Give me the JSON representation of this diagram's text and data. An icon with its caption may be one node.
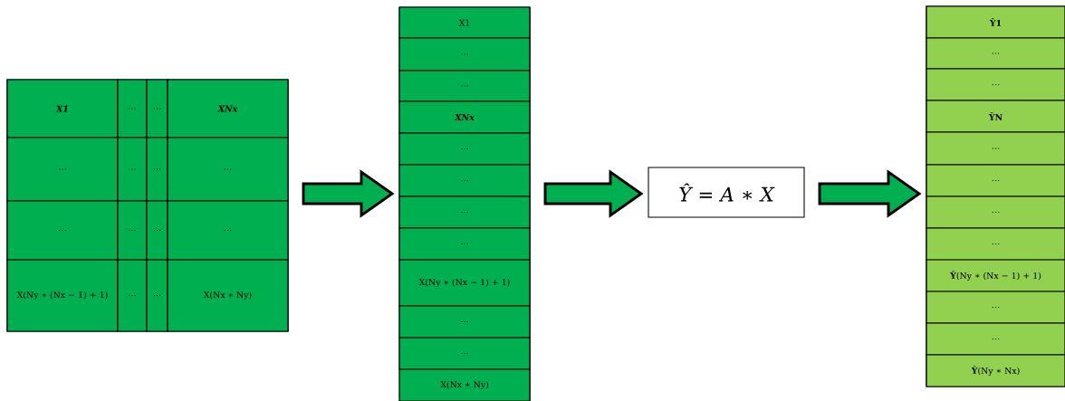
{
  "diagram": {
    "nodes": [
      {
        "text": [],
        "shape": "box"
      },
      {
        "text": [
          "X1"
        ],
        "in": 0
      },
      {
        "text": [
          "…"
        ],
        "in": 0
      },
      {
        "text": [
          "…"
        ],
        "in": 0
      },
      {
        "text": [
          "XNx"
        ],
        "in": 0
      },
      {
        "text": [
          "…"
        ],
        "in": 0
      },
      {
        "text": [
          "…"
        ],
        "in": 0
      },
      {
        "text": [
          "…"
        ],
        "in": 0
      },
      {
        "text": [
          "…"
        ],
        "in": 0
      },
      {
        "text": [
          "…"
        ],
        "in": 0
      },
      {
        "text": [
          "…"
        ],
        "in": 0
      },
      {
        "text": [
          "…"
        ],
        "in": 0
      },
      {
        "text": [
          "…"
        ],
        "in": 0
      },
      {
        "text": [
          "X(Ny ∗ (Nx − 1) + 1)"
        ],
        "in": 0
      },
      {
        "text": [
          "…"
        ],
        "in": 0
      },
      {
        "text": [
          "…"
        ],
        "in": 0
      },
      {
        "text": [
          "X(Nx ∗ Ny)"
        ],
        "in": 0
      },
      {
        "text": [],
        "shape": "box"
      },
      {
        "text": [
          "X1"
        ],
        "in": 17
      },
      {
        "text": [
          "…"
        ],
        "in": 17
      },
      {
        "text": [
          "…"
        ],
        "in": 17
      },
      {
        "text": [
          "XNx"
        ],
        "in": 17
      },
      {
        "text": [
          "…"
        ],
        "in": 17
      },
      {
        "text": [
          "…"
        ],
        "in": 17
      },
      {
        "text": [
          "…"
        ],
        "in": 17
      },
      {
        "text": [
          "…"
        ],
        "in": 17
      },
      {
        "text": [
          "X(Ny ∗ (Nx − 1) + 1)"
        ],
        "in": 17
      },
      {
        "text": [
          "…"
        ],
        "in": 17
      },
      {
        "text": [
          "…"
        ],
        "in": 17
      },
      {
        "text": [
          "X(Nx ∗ Ny)"
        ],
        "in": 17
      },
      {
        "text": [
          "Ŷ = A ∗ X"
        ]
      },
      {
        "text": [],
        "shape": "box"
      },
      {
        "text": [
          "Ŷ1"
        ],
        "in": 31
      },
      {
        "text": [
          "…"
        ],
        "in": 31
      },
      {
        "text": [
          "…"
        ],
        "in": 31
      },
      {
        "text": [
          "ŶN"
        ],
        "in": 31
      },
      {
        "text": [
          "…"
        ],
        "in": 31
      },
      {
        "text": [
          "…"
        ],
        "in": 31
      },
      {
        "text": [
          "…"
        ],
        "in": 31
      },
      {
        "text": [
          "…"
        ],
        "in": 31
      },
      {
        "text": [
          "**Ŷ**(Ny ∗ (Nx − 1) + 1)"
        ],
        "in": 31
      },
      {
        "text": [
          "…"
        ],
        "in": 31
      },
      {
        "text": [
          "…"
        ],
        "in": 31
      },
      {
        "text": [
          "**Ŷ**(Ny ∗ Nx)"
        ],
        "in": 31
      }
    ],
    "edges": [
      {
        "from": 0,
        "to": 17,
        "arrow": "to"
      },
      {
        "from": 17,
        "to": 30,
        "arrow": "to"
      },
      {
        "from": 30,
        "to": 31,
        "arrow": "to"
      }
    ]
  }
}
